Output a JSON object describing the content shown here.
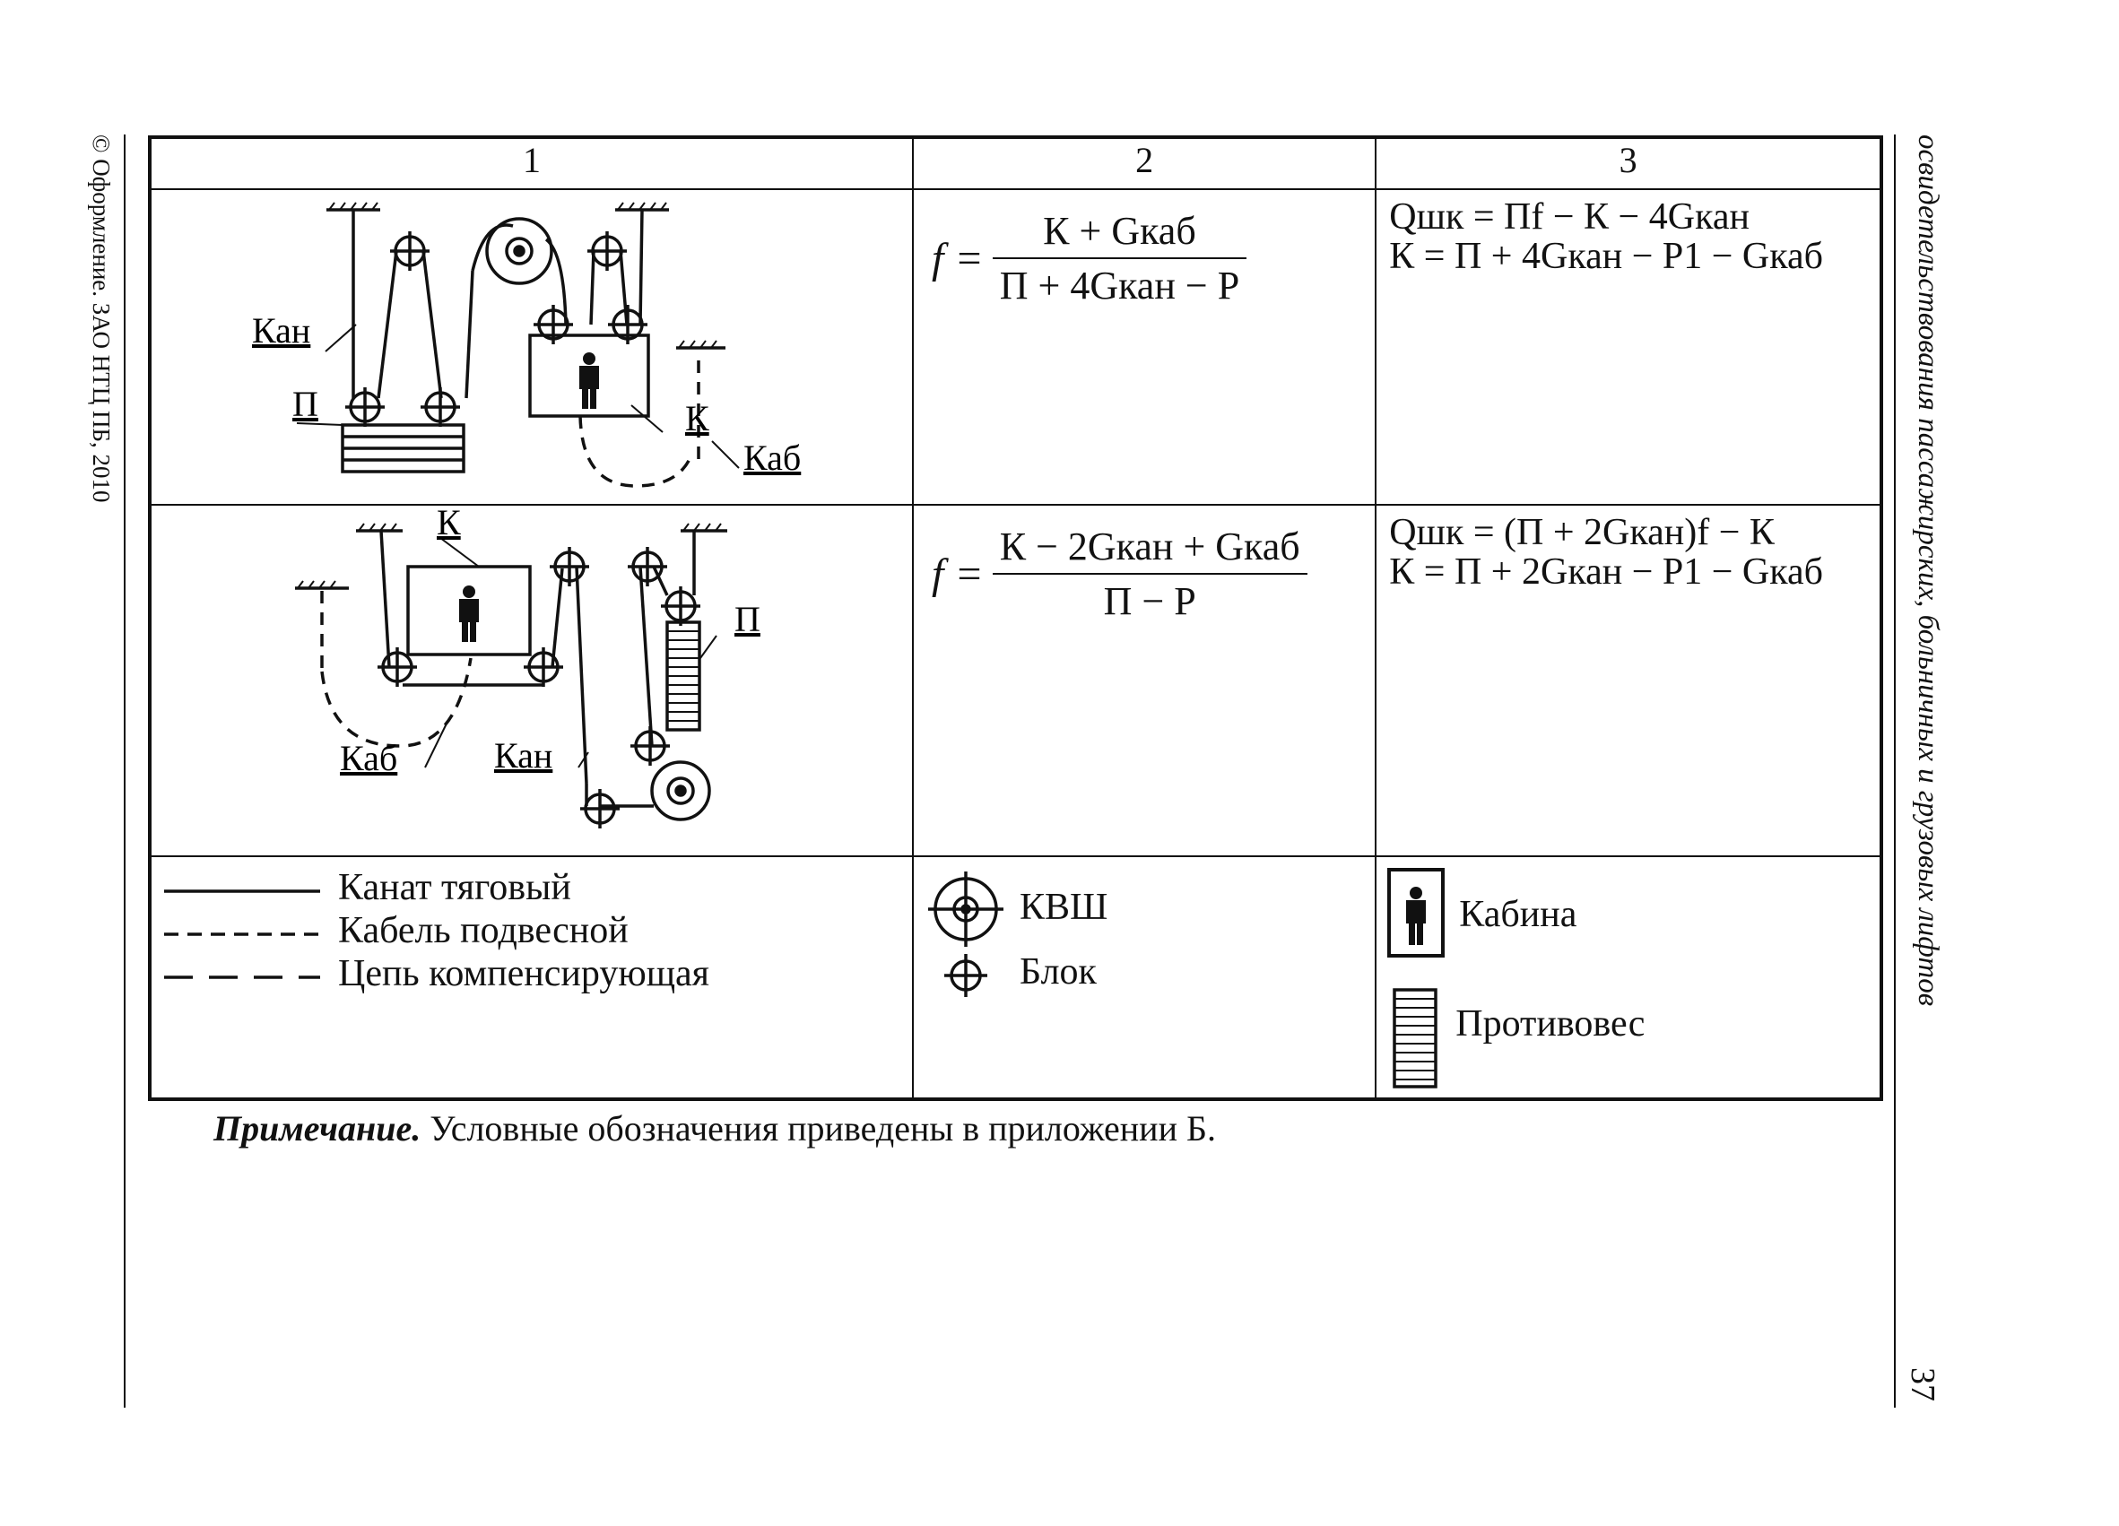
{
  "sidebar_left": "© Оформление. ЗАО НТЦ ПБ, 2010",
  "sidebar_right": "освидетельствования пассажирских, больничных и грузовых лифтов",
  "page_number": "37",
  "table": {
    "headers": [
      "1",
      "2",
      "3"
    ],
    "row1": {
      "labels": {
        "kan": "Кан",
        "p": "П",
        "k": "К",
        "kab": "Каб"
      },
      "formula_f": {
        "lhs": "f =",
        "num": "К + Gкаб",
        "den": "П + 4Gкан − P"
      },
      "formulas": [
        "Qшк = Пf − К − 4Gкан",
        "К = П + 4Gкан − P1 − Gкаб"
      ]
    },
    "row2": {
      "labels": {
        "k": "К",
        "p": "П",
        "kab": "Каб",
        "kan": "Кан"
      },
      "formula_f": {
        "lhs": "f =",
        "num": "К − 2Gкан + Gкаб",
        "den": "П − P"
      },
      "formulas": [
        "Qшк = (П + 2Gкан)f − К",
        "К = П + 2Gкан − P1 − Gкаб"
      ]
    },
    "legend": {
      "lines": [
        "Канат тяговый",
        "Кабель подвесной",
        "Цепь компенсирующая"
      ],
      "pulleys": [
        "КВШ",
        "Блок"
      ],
      "objects": [
        "Кабина",
        "Противовес"
      ]
    }
  },
  "note": {
    "bold": "Примечание.",
    "text": " Условные обозначения приведены в приложении Б."
  }
}
